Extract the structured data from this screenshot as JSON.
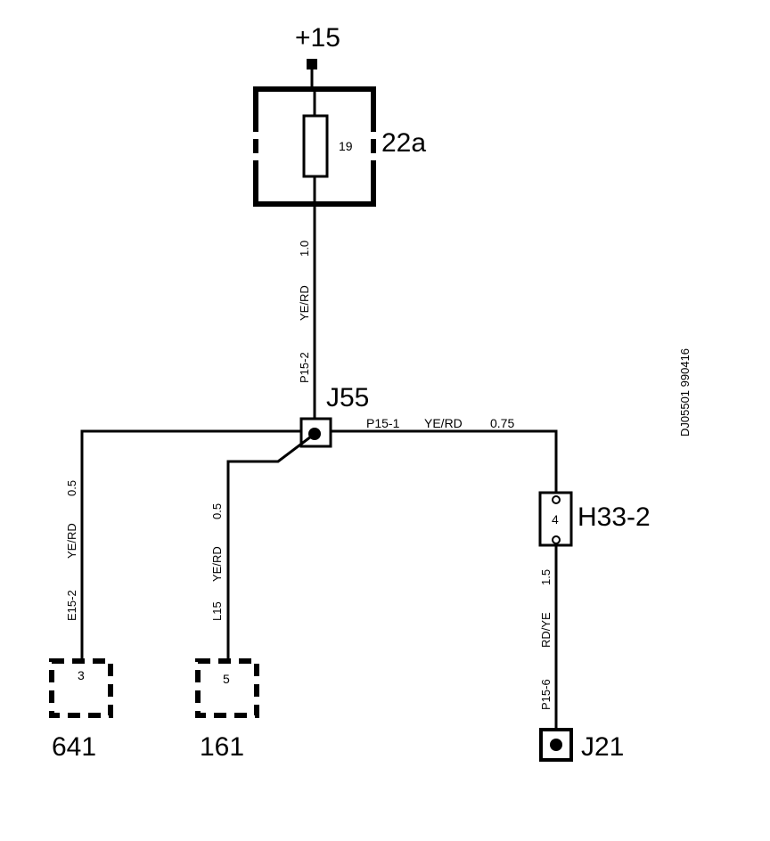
{
  "supply": {
    "label": "+15"
  },
  "fuse": {
    "number": "19",
    "box_label": "22a"
  },
  "wires": {
    "w_fuse_j55": {
      "gauge": "1.0",
      "color": "YE/RD",
      "code": "P15-2"
    },
    "w_j55_h33": {
      "code": "P15-1",
      "color": "YE/RD",
      "gauge": "0.75"
    },
    "w_641": {
      "gauge": "0.5",
      "color": "YE/RD",
      "code": "E15-2"
    },
    "w_161": {
      "gauge": "0.5",
      "color": "YE/RD",
      "code": "L15"
    },
    "w_h33_j21": {
      "gauge": "1.5",
      "color": "RD/YE",
      "code": "P15-6"
    }
  },
  "splices": {
    "j55": {
      "label": "J55"
    },
    "j21": {
      "label": "J21"
    }
  },
  "connectors": {
    "h33": {
      "label": "H33-2",
      "pin": "4"
    },
    "c641": {
      "label": "641",
      "pin": "3"
    },
    "c161": {
      "label": "161",
      "pin": "5"
    }
  },
  "doc_ref": "DJ05501 990416"
}
